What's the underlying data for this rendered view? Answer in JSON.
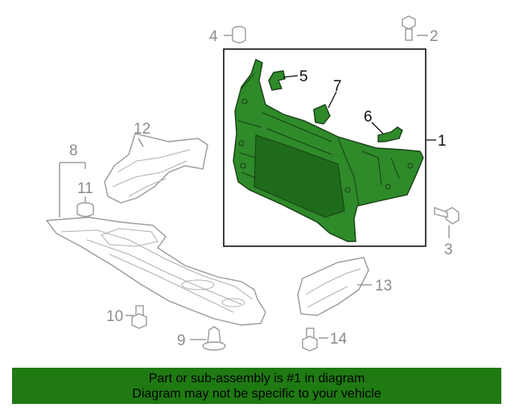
{
  "callouts": {
    "c1": "1",
    "c2": "2",
    "c3": "3",
    "c4": "4",
    "c5": "5",
    "c6": "6",
    "c7": "7",
    "c8": "8",
    "c9": "9",
    "c10": "10",
    "c11": "11",
    "c12": "12",
    "c13": "13",
    "c14": "14"
  },
  "banner": {
    "line1": "Part or sub-assembly is #1 in diagram",
    "line2": "Diagram may not be specific to your vehicle"
  },
  "colors": {
    "highlight_part": "#2f8a2a",
    "banner_background": "#1f7a12",
    "callout_gray": "#8c8c8c",
    "callout_dark": "#111111"
  }
}
